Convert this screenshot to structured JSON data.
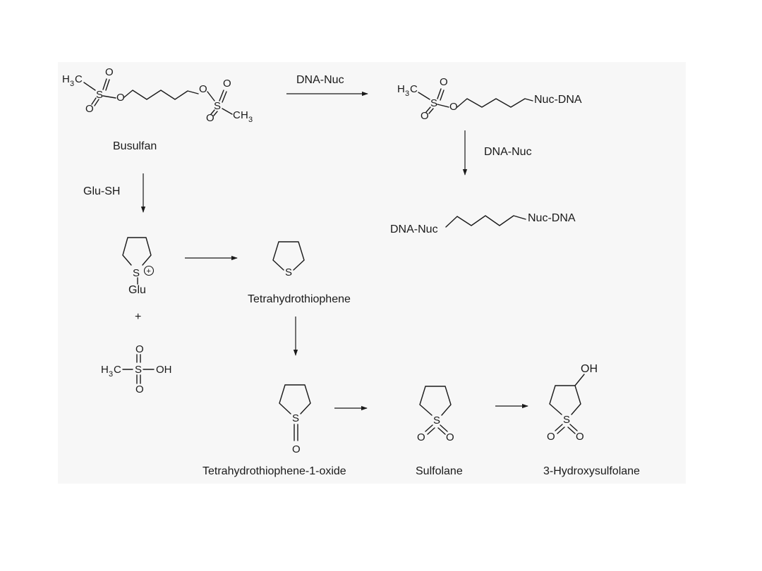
{
  "compounds": {
    "busulfan": "Busulfan",
    "tetrahydrothiophene": "Tetrahydrothiophene",
    "tht_oxide": "Tetrahydrothiophene-1-oxide",
    "sulfolane": "Sulfolane",
    "hydroxysulfolane": "3-Hydroxysulfolane"
  },
  "reagents": {
    "dna_nuc_top": "DNA-Nuc",
    "dna_nuc_right": "DNA-Nuc",
    "glu_sh": "Glu-SH"
  },
  "groups": {
    "nuc_dna_mono": "Nuc-DNA",
    "dna_nuc_left": "DNA-Nuc",
    "nuc_dna_right": "Nuc-DNA",
    "glu": "Glu",
    "plus": "+",
    "hydroxyl": "OH",
    "so3h_oh": "OH"
  },
  "atoms": {
    "H": "H",
    "three": "3",
    "C": "C",
    "S": "S",
    "O": "O",
    "charge": "+"
  },
  "colors": {
    "ink": "#1a1a1a",
    "panel": "#f7f7f7"
  }
}
